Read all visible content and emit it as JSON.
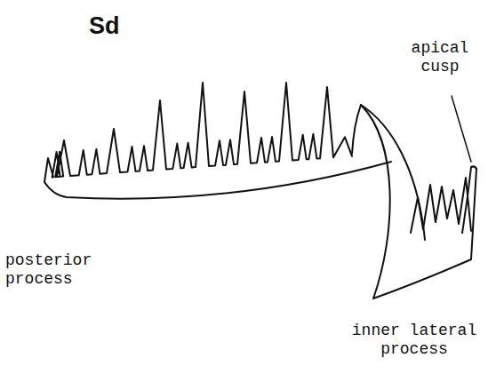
{
  "diagram": {
    "title": "Sd",
    "labels": [
      "apical cusp",
      "posterior process",
      "inner lateral process"
    ]
  }
}
